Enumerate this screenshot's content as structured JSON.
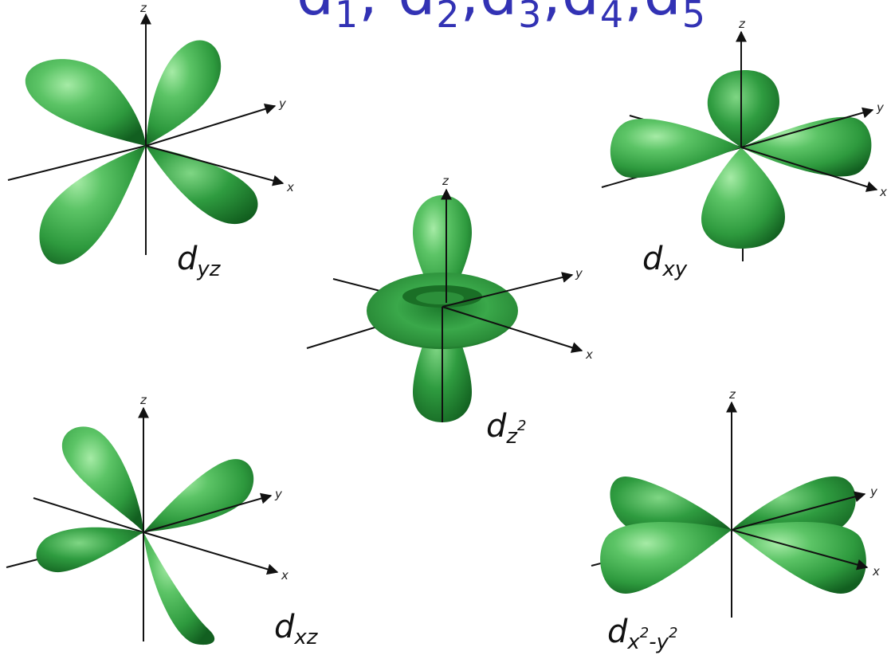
{
  "title": {
    "letter": "d",
    "subscripts": [
      "1",
      "2",
      "3",
      "4",
      "5"
    ]
  },
  "axes": {
    "x": "x",
    "y": "y",
    "z": "z"
  },
  "orbitals": [
    {
      "id": "dyz",
      "label": "d",
      "subscript": "yz"
    },
    {
      "id": "dz2",
      "label": "d",
      "subscript": "z",
      "superscript": "2"
    },
    {
      "id": "dxy",
      "label": "d",
      "subscript": "xy"
    },
    {
      "id": "dxz",
      "label": "d",
      "subscript": "xz"
    },
    {
      "id": "dx2y2",
      "label": "d",
      "subscript": "x",
      "sub_sup1": "2",
      "sub_mid": "-y",
      "sub_sup2": "2"
    }
  ],
  "colors": {
    "title": "#3232b4",
    "lobe_light": "#8fe08f",
    "lobe_mid": "#2e9a3e",
    "lobe_dark": "#146a24",
    "axis": "#111111"
  }
}
